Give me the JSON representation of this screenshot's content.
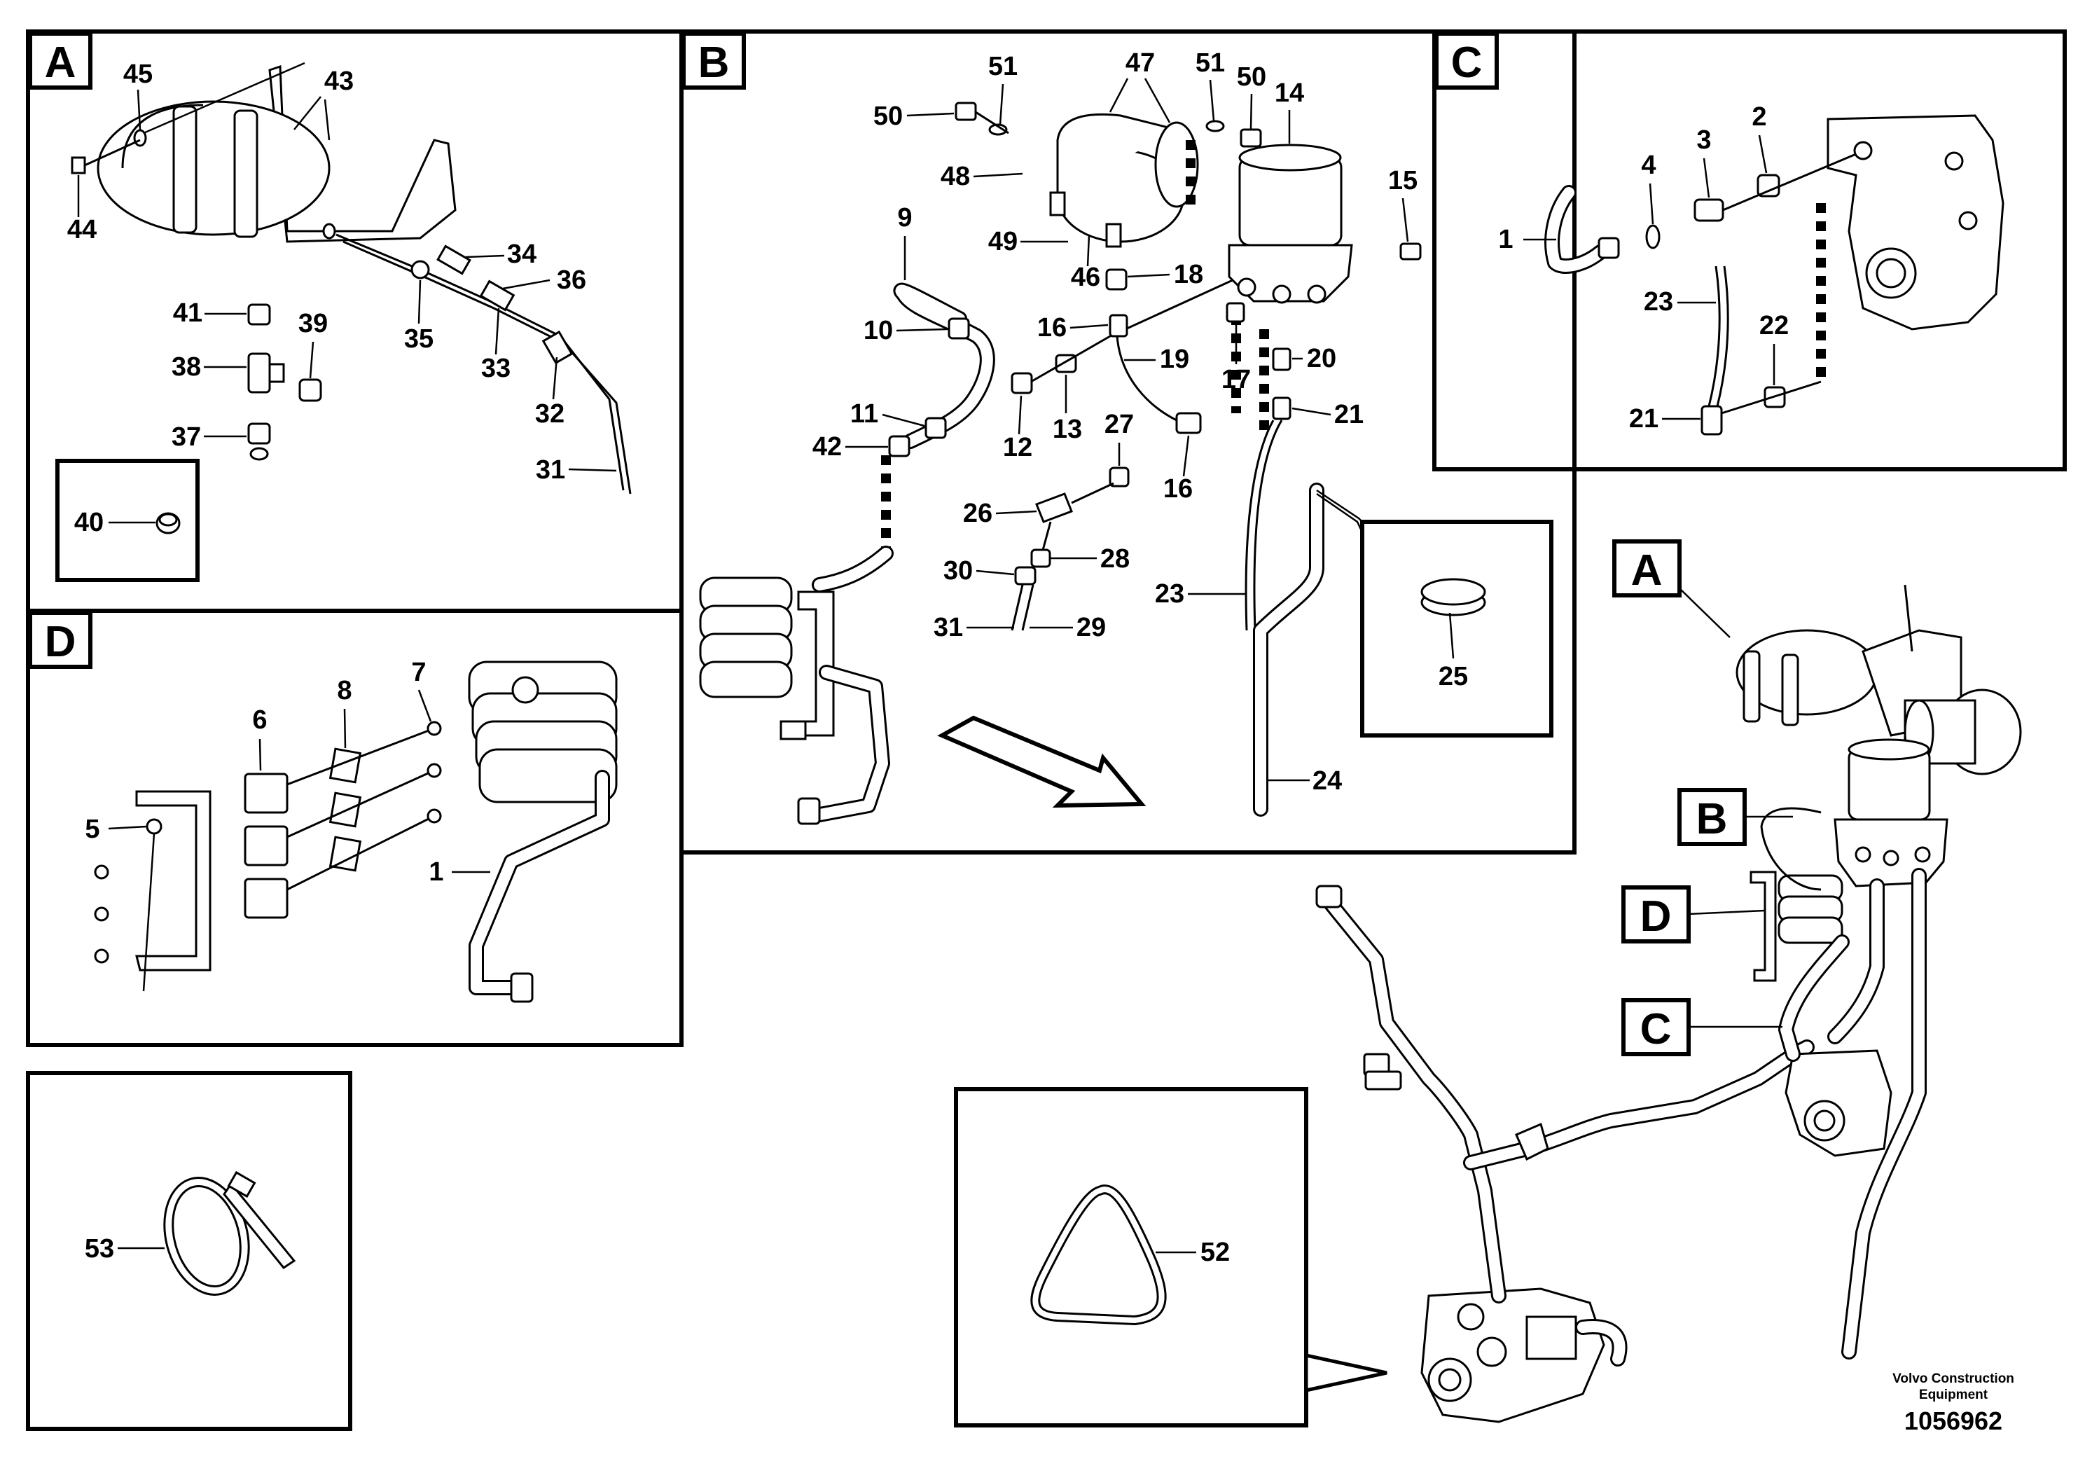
{
  "panels": {
    "A": {
      "tag": "A",
      "callouts": [
        "45",
        "43",
        "44",
        "34",
        "36",
        "41",
        "39",
        "38",
        "35",
        "33",
        "32",
        "37",
        "31",
        "40"
      ]
    },
    "B": {
      "tag": "B",
      "callouts": [
        "51",
        "47",
        "51",
        "50",
        "14",
        "50",
        "48",
        "15",
        "49",
        "46",
        "18",
        "9",
        "16",
        "10",
        "19",
        "20",
        "17",
        "11",
        "42",
        "12",
        "13",
        "27",
        "16",
        "21",
        "26",
        "28",
        "30",
        "23",
        "31",
        "29",
        "25",
        "24"
      ]
    },
    "C": {
      "tag": "C",
      "callouts": [
        "2",
        "3",
        "4",
        "1",
        "23",
        "22",
        "21"
      ]
    },
    "D": {
      "tag": "D",
      "callouts": [
        "7",
        "8",
        "6",
        "5",
        "1"
      ]
    },
    "detail_53": {
      "callout": "53"
    },
    "detail_52": {
      "callout": "52"
    }
  },
  "overview": {
    "tags": [
      "A",
      "B",
      "D",
      "C"
    ]
  },
  "footer": {
    "credit_line1": "Volvo Construction",
    "credit_line2": "Equipment",
    "document_number": "1056962"
  }
}
